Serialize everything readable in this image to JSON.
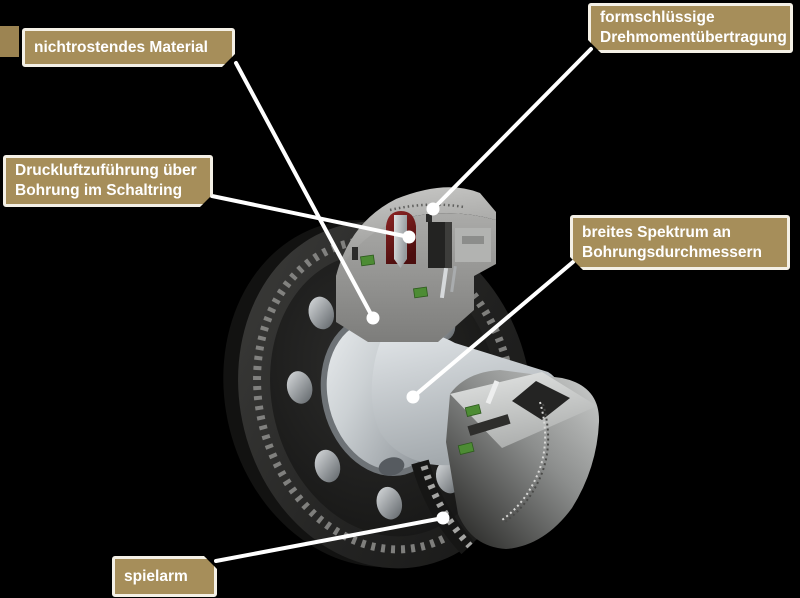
{
  "page": {
    "background": "#000000",
    "description": "Cutaway 3D illustration of a pneumatic tooth clutch with five callout labels"
  },
  "colors": {
    "callout_fill": "#a68e5a",
    "callout_border": "#f4f0e6",
    "callout_text": "#ffffff",
    "leader_line": "#ffffff",
    "ring_dark": "#1c1c1b",
    "metal_light": "#dfe3e6",
    "metal_mid": "#96989a",
    "pressure_chamber_red": "#6e1515",
    "seal_green": "#4d8c34"
  },
  "callouts": [
    {
      "id": "material",
      "lines": [
        "nichtrostendes Material",
        ""
      ]
    },
    {
      "id": "torque",
      "lines": [
        "formschlüssige",
        "Drehmomentübertragung"
      ]
    },
    {
      "id": "air",
      "lines": [
        "Druckluftzuführung über",
        "Bohrung im Schaltring"
      ]
    },
    {
      "id": "bores",
      "lines": [
        "breites Spektrum an",
        "Bohrungsdurchmessern"
      ]
    },
    {
      "id": "backlash",
      "lines": [
        "spielarm",
        ""
      ]
    }
  ]
}
